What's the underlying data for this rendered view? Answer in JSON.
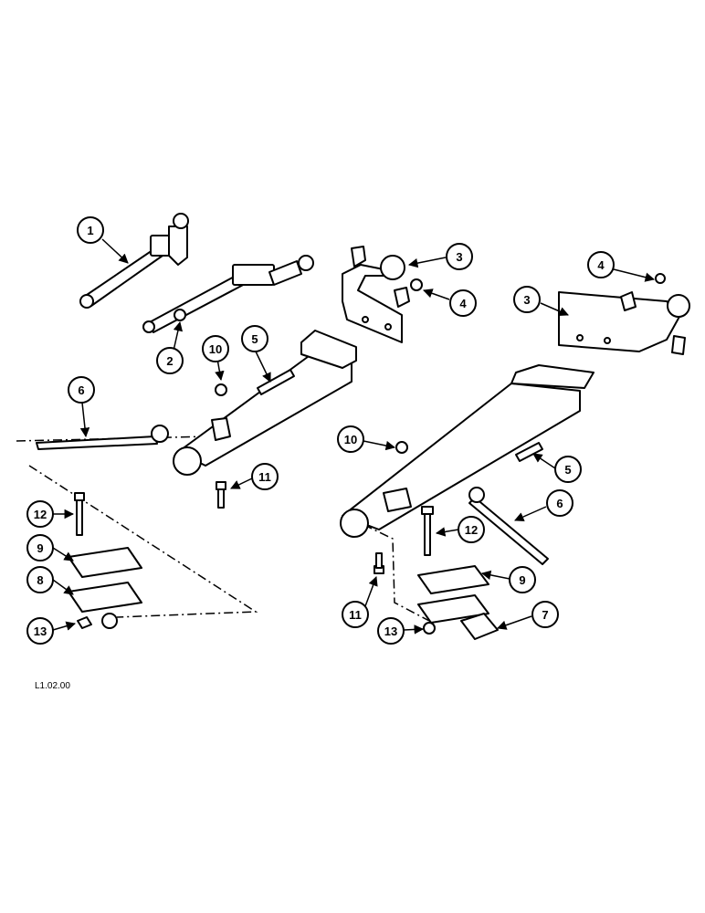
{
  "figure_ref": "L1.02.00",
  "callouts": {
    "c1": "1",
    "c2": "2",
    "c3a": "3",
    "c3b": "3",
    "c4a": "4",
    "c4b": "4",
    "c5a": "5",
    "c5b": "5",
    "c6a": "6",
    "c6b": "6",
    "c7": "7",
    "c8": "8",
    "c9a": "9",
    "c9b": "9",
    "c10a": "10",
    "c10b": "10",
    "c11a": "11",
    "c11b": "11",
    "c12a": "12",
    "c12b": "12",
    "c13a": "13",
    "c13b": "13"
  }
}
